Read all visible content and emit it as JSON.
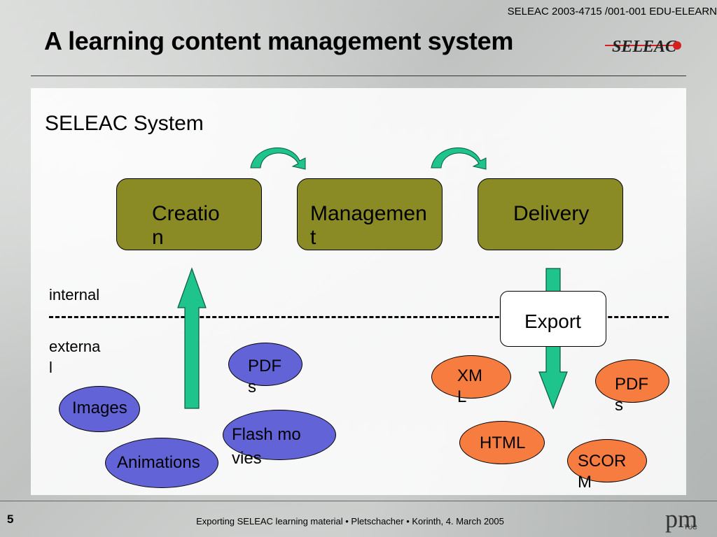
{
  "slide": {
    "header_ref": "SELEAC 2003-4715 /001-001 EDU-ELEARN",
    "title": "A learning content management system",
    "logo_text": "SELEAC",
    "page_number": "5",
    "footer_text": "Exporting SELEAC learning material • Pletschacher • Korinth, 4. March 2005",
    "footer_logo": "pm",
    "footer_logo_sub": "TUC"
  },
  "diagram": {
    "system_title": "SELEAC System",
    "stages": [
      "Creation",
      "Management",
      "Delivery"
    ],
    "internal_label": "internal",
    "external_label": "external",
    "export_label": "Export",
    "inputs": [
      "PDFs",
      "Images",
      "Flash movies",
      "Animations"
    ],
    "outputs": [
      "XML",
      "PDFs",
      "HTML",
      "SCORM"
    ],
    "colors": {
      "stage_fill": "#8b8b25",
      "input_fill": "#6363d8",
      "output_fill": "#f77c3f",
      "arrow_fill": "#1fc48c",
      "logo_accent": "#d42020"
    }
  }
}
